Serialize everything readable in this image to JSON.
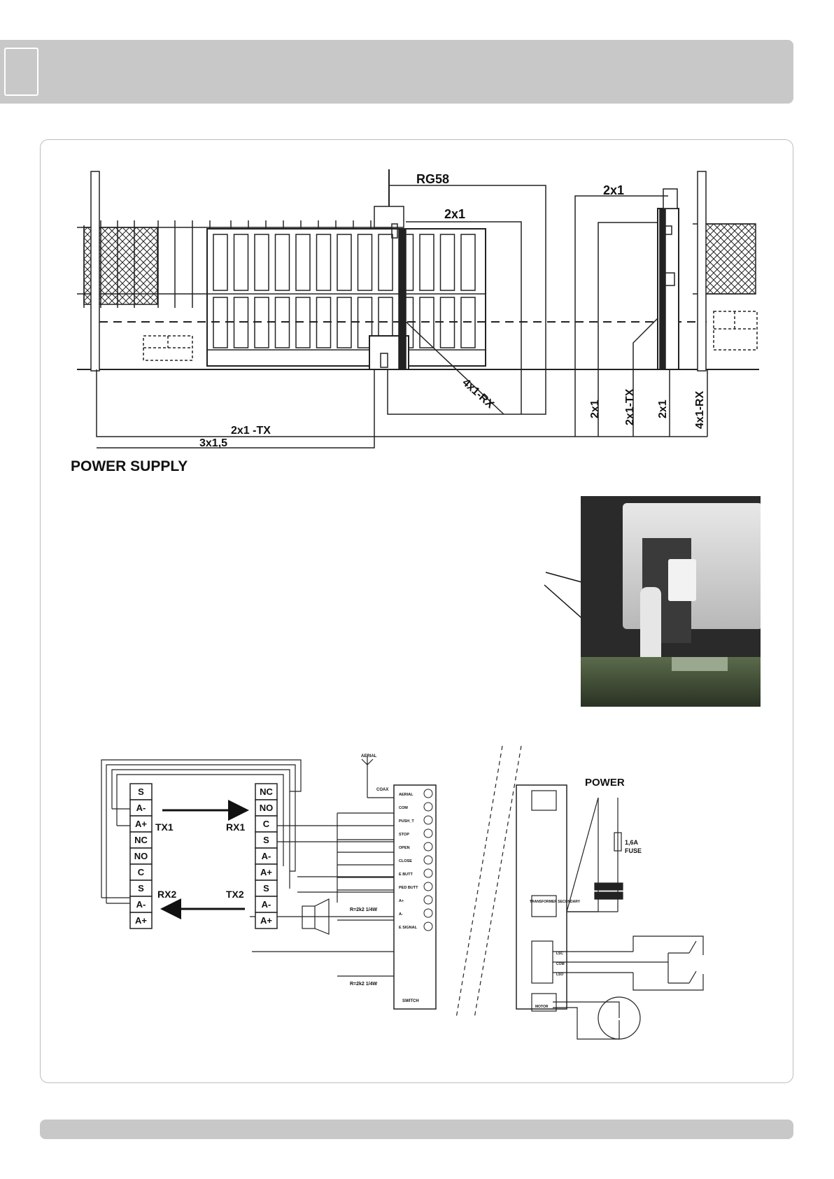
{
  "installation": {
    "cables": {
      "rg58": "RG58",
      "pole_left": "2x1",
      "column_top": "2x1",
      "rx_link": "4x1-RX",
      "tx_left": "2x1 -TX",
      "power": "3x1,5",
      "v1": "2x1",
      "v2": "2x1-TX",
      "v3": "2x1",
      "v4": "4x1-RX"
    },
    "section_title": "POWER SUPPLY"
  },
  "wiring": {
    "tx1": {
      "label": "TX1",
      "terms": [
        "S",
        "A-",
        "A+"
      ]
    },
    "rx1": {
      "label": "RX1",
      "terms": [
        "NC",
        "NO",
        "C",
        "S",
        "A-",
        "A+"
      ]
    },
    "rx2": {
      "label": "RX2",
      "terms": [
        "NC",
        "NO",
        "C",
        "S",
        "A-",
        "A+"
      ]
    },
    "tx2": {
      "label": "TX2",
      "terms": [
        "S",
        "A-",
        "A+"
      ]
    },
    "aerial": "AERIAL",
    "coax": "COAX",
    "board_labels": [
      "AERIAL",
      "COM",
      "PUSH_T",
      "STOP",
      "OPEN",
      "CLOSE",
      "E BUTT",
      "PED BUTT",
      "A+",
      "A-",
      "E SIGNAL"
    ],
    "resistor": "R=2k2 1/4W",
    "switch": "SWITCH",
    "power_label": "POWER",
    "fuse": "1,6A\nFUSE",
    "fuse_line1": "1,6A",
    "fuse_line2": "FUSE",
    "transformer": "TRANSFORMER SECONDARY",
    "motor": "MOTOR",
    "limit_labels": [
      "LSC",
      "COM",
      "LSO"
    ]
  }
}
